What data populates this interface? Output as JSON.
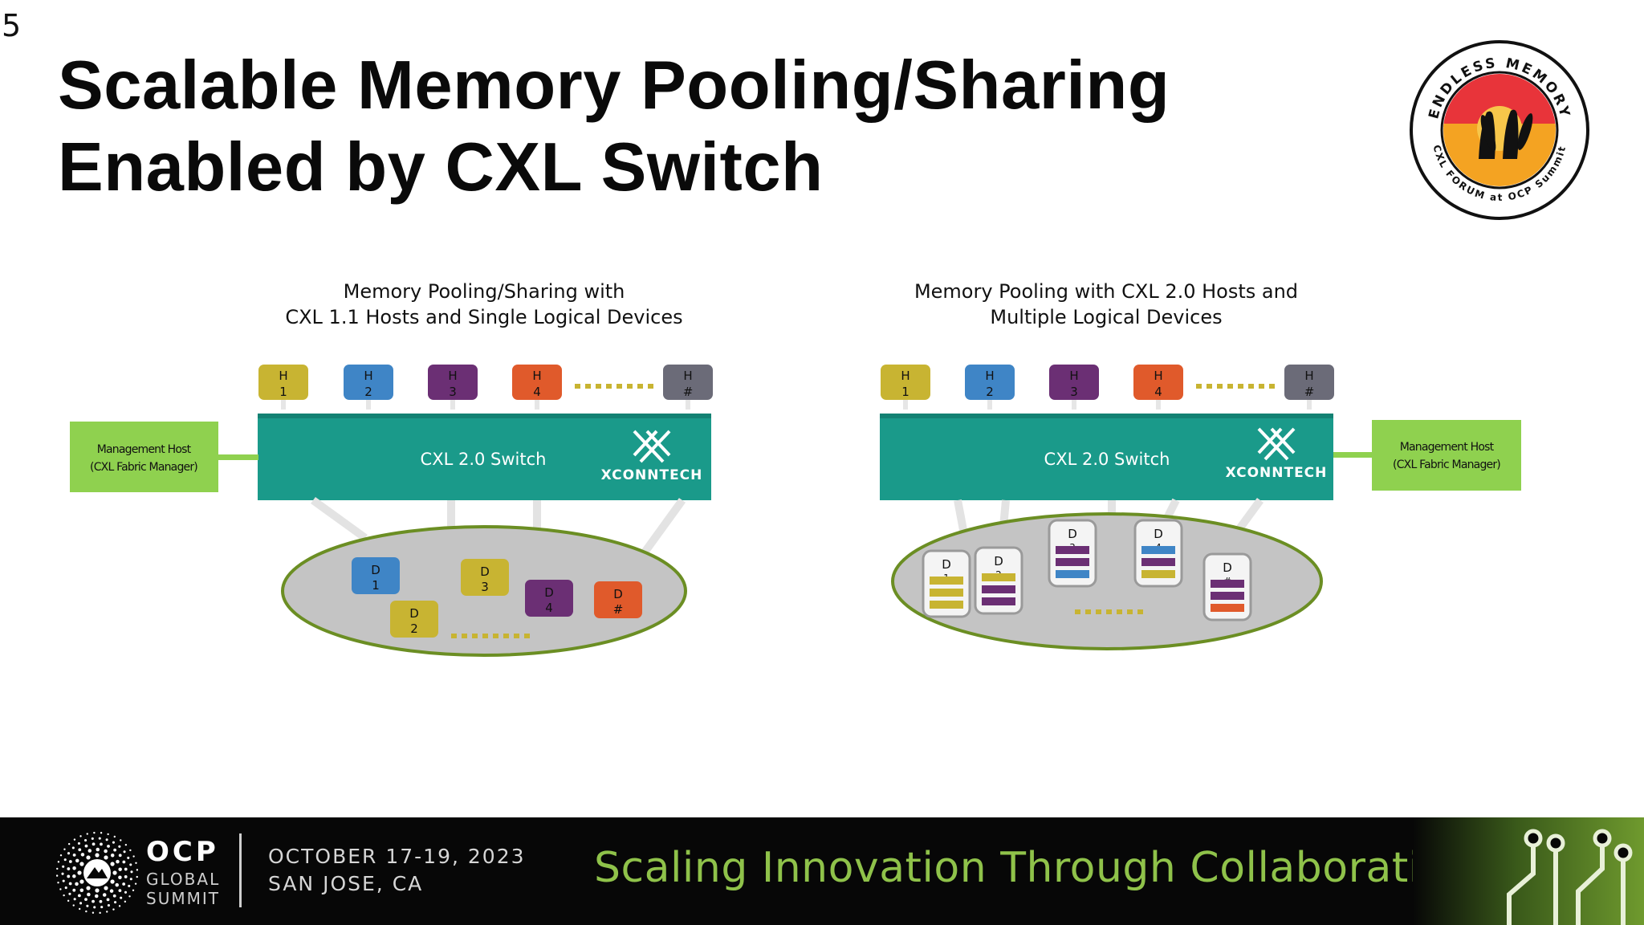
{
  "slide_number": "5",
  "title": {
    "line1": "Scalable Memory Pooling/Sharing",
    "line2": "Enabled by CXL Switch"
  },
  "logo": {
    "top_text": "ENDLESS MEMORY",
    "bottom_text": "CXL FORUM at OCP Summit"
  },
  "colors": {
    "switch": "#1a9a8a",
    "switch_dark": "#138173",
    "mgmt": "#8fd14f",
    "pool_fill": "#c4c4c4",
    "pool_border": "#6b8e23",
    "yellow": "#c8b432",
    "blue": "#3f85c6",
    "purple": "#6b2f74",
    "orange": "#e05a2b",
    "gray": "#6b6b78",
    "dots": "#c8b432",
    "tagline": "#8fc24a"
  },
  "diagram_left": {
    "title_line1": "Memory Pooling/Sharing with",
    "title_line2": "CXL 1.1 Hosts and Single Logical Devices",
    "hosts": [
      {
        "letter": "H",
        "num": "1",
        "color": "yellow"
      },
      {
        "letter": "H",
        "num": "2",
        "color": "blue"
      },
      {
        "letter": "H",
        "num": "3",
        "color": "purple"
      },
      {
        "letter": "H",
        "num": "4",
        "color": "orange"
      },
      {
        "letter": "H",
        "num": "#",
        "color": "gray"
      }
    ],
    "switch_label": "CXL 2.0 Switch",
    "vendor_logo_text": "XCONNTECH",
    "mgmt_line1": "Management Host",
    "mgmt_line2": "(CXL Fabric Manager)",
    "devices": [
      {
        "letter": "D",
        "num": "1",
        "color": "blue"
      },
      {
        "letter": "D",
        "num": "2",
        "color": "yellow"
      },
      {
        "letter": "D",
        "num": "3",
        "color": "yellow"
      },
      {
        "letter": "D",
        "num": "4",
        "color": "purple"
      },
      {
        "letter": "D",
        "num": "#",
        "color": "orange"
      }
    ]
  },
  "diagram_right": {
    "title_line1": "Memory Pooling with CXL 2.0 Hosts and",
    "title_line2": "Multiple Logical Devices",
    "hosts": [
      {
        "letter": "H",
        "num": "1",
        "color": "yellow"
      },
      {
        "letter": "H",
        "num": "2",
        "color": "blue"
      },
      {
        "letter": "H",
        "num": "3",
        "color": "purple"
      },
      {
        "letter": "H",
        "num": "4",
        "color": "orange"
      },
      {
        "letter": "H",
        "num": "#",
        "color": "gray"
      }
    ],
    "switch_label": "CXL 2.0 Switch",
    "vendor_logo_text": "XCONNTECH",
    "mgmt_line1": "Management Host",
    "mgmt_line2": "(CXL Fabric Manager)",
    "devices": [
      {
        "letter": "D",
        "num": "1",
        "stripes": [
          "yellow",
          "yellow",
          "yellow"
        ]
      },
      {
        "letter": "D",
        "num": "2",
        "stripes": [
          "yellow",
          "purple",
          "purple"
        ]
      },
      {
        "letter": "D",
        "num": "3",
        "stripes": [
          "purple",
          "purple",
          "blue"
        ]
      },
      {
        "letter": "D",
        "num": "4",
        "stripes": [
          "blue",
          "purple",
          "yellow"
        ]
      },
      {
        "letter": "D",
        "num": "#",
        "stripes": [
          "purple",
          "purple",
          "orange"
        ]
      }
    ]
  },
  "footer": {
    "org_name": "OCP",
    "org_line2": "GLOBAL",
    "org_line3": "SUMMIT",
    "event_dates": "OCTOBER 17-19, 2023",
    "event_location": "SAN JOSE, CA",
    "tagline": "Scaling Innovation Through Collaboration"
  }
}
